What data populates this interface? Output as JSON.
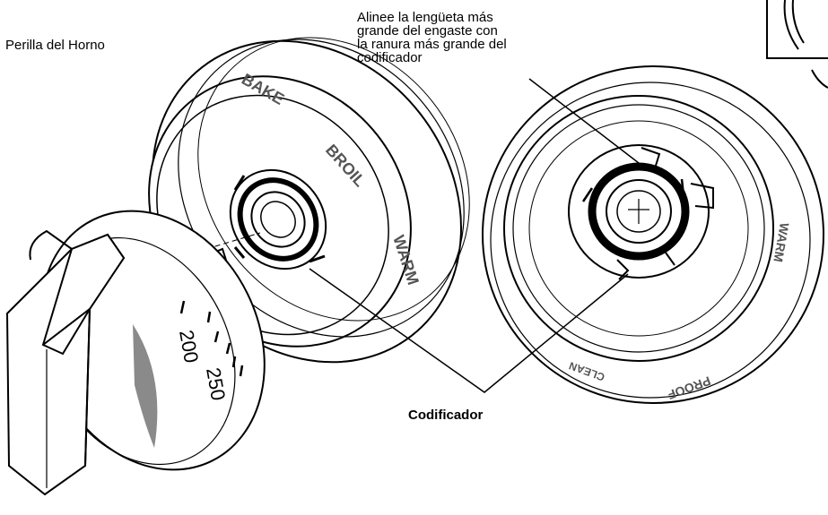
{
  "labels": {
    "knob": "Perilla del Horno",
    "align_note": [
      "Alinee la lengüeta más",
      "grande del engaste con",
      "la ranura más grande del",
      "codificador"
    ],
    "encoder": "Codificador"
  },
  "ring_markings": {
    "bake": "BAKE",
    "broil": "BROIL",
    "warm_mid": "WARM",
    "warm_right": "WARM",
    "proof": "PROOF",
    "clean": "CLEAN"
  },
  "dial_markings": {
    "t200": "200",
    "t250": "250"
  },
  "colors": {
    "line": "#000000",
    "fill": "#ffffff",
    "shade": "#8a8a8a"
  }
}
